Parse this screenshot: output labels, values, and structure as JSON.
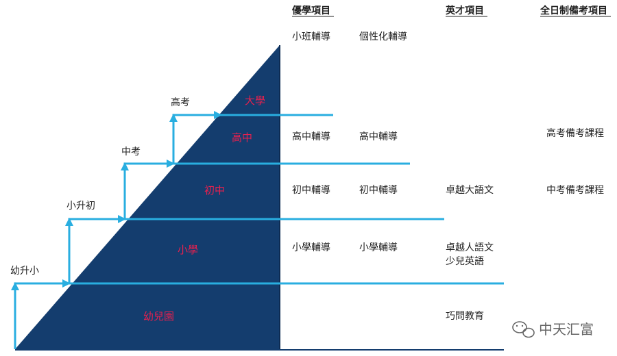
{
  "columns": {
    "col1": "優學項目",
    "col2": "英才項目",
    "col3": "全日制備考項目"
  },
  "levels": [
    "大學",
    "高中",
    "初中",
    "小學",
    "幼兒園"
  ],
  "transitions": [
    "高考",
    "中考",
    "小升初",
    "幼升小"
  ],
  "rows": [
    [
      "小班輔導",
      "個性化輔導",
      "",
      ""
    ],
    [
      "高中輔導",
      "高中輔導",
      "",
      "高考備考課程"
    ],
    [
      "初中輔導",
      "初中輔導",
      "卓越大語文",
      "中考備考課程"
    ],
    [
      "小學輔導",
      "小學輔導",
      "卓越人語文",
      ""
    ],
    [
      "",
      "",
      "巧問教育",
      ""
    ]
  ],
  "extra": {
    "row3_col3_line2": "少兒英語"
  },
  "watermark": "中天汇富",
  "colors": {
    "pyramid": "#143d6e",
    "steps": "#29aee0",
    "level_text": "#e8204e"
  }
}
